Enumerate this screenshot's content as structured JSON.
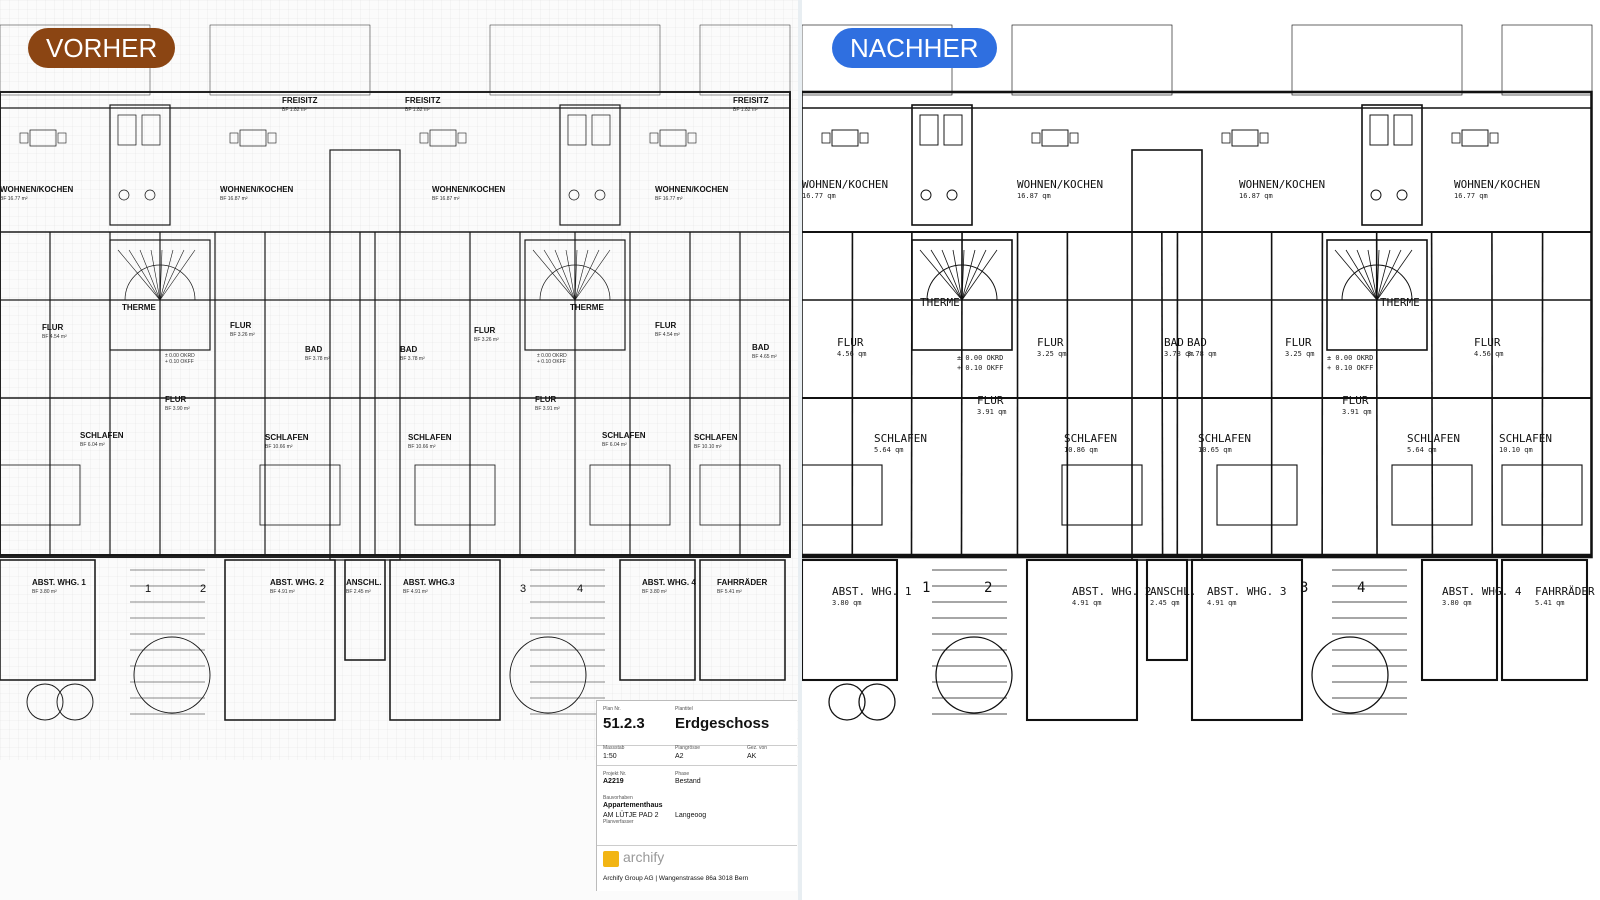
{
  "badges": {
    "before": "VORHER",
    "after": "NACHHER"
  },
  "left_plan": {
    "rooms": [
      {
        "name": "FREISITZ",
        "area": "BF 1.82 m²"
      },
      {
        "name": "FREISITZ",
        "area": "BF 1.82 m²"
      },
      {
        "name": "FREISITZ",
        "area": "BF 1.82 m²"
      },
      {
        "name": "WOHNEN/KOCHEN",
        "area": "BF 16.77 m²"
      },
      {
        "name": "WOHNEN/KOCHEN",
        "area": "BF 16.87 m²"
      },
      {
        "name": "WOHNEN/KOCHEN",
        "area": "BF 16.87 m²"
      },
      {
        "name": "WOHNEN/KOCHEN",
        "area": "BF 16.77 m²"
      },
      {
        "name": "THERME",
        "area": ""
      },
      {
        "name": "THERME",
        "area": ""
      },
      {
        "name": "FLUR",
        "area": "BF 4.54 m²"
      },
      {
        "name": "FLUR",
        "area": "BF 3.26 m²"
      },
      {
        "name": "FLUR",
        "area": "BF 3.26 m²"
      },
      {
        "name": "FLUR",
        "area": "BF 4.54 m²"
      },
      {
        "name": "BAD",
        "area": "BF 3.78 m²"
      },
      {
        "name": "BAD",
        "area": "BF 3.78 m²"
      },
      {
        "name": "BAD",
        "area": "BF 4.65 m²"
      },
      {
        "name": "FLUR",
        "area": "BF 3.90 m²"
      },
      {
        "name": "FLUR",
        "area": "BF 3.91 m²"
      },
      {
        "name": "SCHLAFEN",
        "area": "BF 6.04 m²"
      },
      {
        "name": "SCHLAFEN",
        "area": "BF 10.66 m²"
      },
      {
        "name": "SCHLAFEN",
        "area": "BF 10.66 m²"
      },
      {
        "name": "SCHLAFEN",
        "area": "BF 6.04 m²"
      },
      {
        "name": "SCHLAFEN",
        "area": "BF 10.10 m²"
      },
      {
        "name": "ABST. WHG. 1",
        "area": "BF 3.80 m²"
      },
      {
        "name": "ABST. WHG. 2",
        "area": "BF 4.91 m²"
      },
      {
        "name": "ANSCHL.",
        "area": "BF 2.45 m²"
      },
      {
        "name": "ABST. WHG.3",
        "area": "BF 4.91 m²"
      },
      {
        "name": "ABST. WHG. 4",
        "area": "BF 3.80 m²"
      },
      {
        "name": "FAHRRÄDER",
        "area": "BF 5.41 m²"
      }
    ],
    "level_note_1": "± 0.00 OKRD",
    "level_note_2": "+ 0.10 OKFF",
    "stair_numbers": [
      "1",
      "2",
      "3",
      "4"
    ]
  },
  "title_block": {
    "plan_nr_label": "Plan Nr.",
    "plan_nr": "51.2.3",
    "plan_title_label": "Plantitel",
    "plan_title": "Erdgeschoss",
    "scale_label": "Massstab",
    "scale": "1:50",
    "size_label": "Plangrösse",
    "size": "A2",
    "drawn_label": "Gez. von",
    "drawn": "AK",
    "project_label": "Projekt Nr.",
    "project": "A2219",
    "phase_label": "Phase",
    "phase": "Bestand",
    "building_label": "Bauvorhaben",
    "building": "Appartementhaus",
    "address": "AM LÜTJE PAD 2",
    "town": "Langeoog",
    "author_label": "Planverfasser",
    "company": "archify",
    "footer": "Archify Group AG  |  Wangenstrasse 86a  3018 Bern"
  },
  "right_plan": {
    "rooms": [
      {
        "name": "WOHNEN/KOCHEN",
        "area": "16.77 qm"
      },
      {
        "name": "WOHNEN/KOCHEN",
        "area": "16.87 qm"
      },
      {
        "name": "WOHNEN/KOCHEN",
        "area": "16.87 qm"
      },
      {
        "name": "WOHNEN/KOCHEN",
        "area": "16.77 qm"
      },
      {
        "name": "THERME",
        "area": ""
      },
      {
        "name": "THERME",
        "area": ""
      },
      {
        "name": "FLUR",
        "area": "4.56 qm"
      },
      {
        "name": "FLUR",
        "area": "3.25 qm"
      },
      {
        "name": "FLUR",
        "area": "3.25 qm"
      },
      {
        "name": "FLUR",
        "area": "4.56 qm"
      },
      {
        "name": "BAD",
        "area": "3.78 qm"
      },
      {
        "name": "BAD",
        "area": "3.78 qm"
      },
      {
        "name": "FLUR",
        "area": "3.91 qm"
      },
      {
        "name": "FLUR",
        "area": "3.91 qm"
      },
      {
        "name": "SCHLAFEN",
        "area": "5.64 qm"
      },
      {
        "name": "SCHLAFEN",
        "area": "10.86 qm"
      },
      {
        "name": "SCHLAFEN",
        "area": "10.65 qm"
      },
      {
        "name": "SCHLAFEN",
        "area": "5.64 qm"
      },
      {
        "name": "SCHLAFEN",
        "area": "10.10 qm"
      },
      {
        "name": "ABST. WHG. 1",
        "area": "3.80 qm"
      },
      {
        "name": "ABST. WHG. 2",
        "area": "4.91 qm"
      },
      {
        "name": "ANSCHL.",
        "area": "2.45 qm"
      },
      {
        "name": "ABST. WHG. 3",
        "area": "4.91 qm"
      },
      {
        "name": "ABST. WHG. 4",
        "area": "3.80 qm"
      },
      {
        "name": "FAHRRÄDER",
        "area": "5.41 qm"
      }
    ],
    "level_note_1": "± 0.00 OKRD",
    "level_note_2": "+ 0.10 OKFF",
    "stair_numbers": [
      "1",
      "2",
      "3",
      "4"
    ]
  }
}
